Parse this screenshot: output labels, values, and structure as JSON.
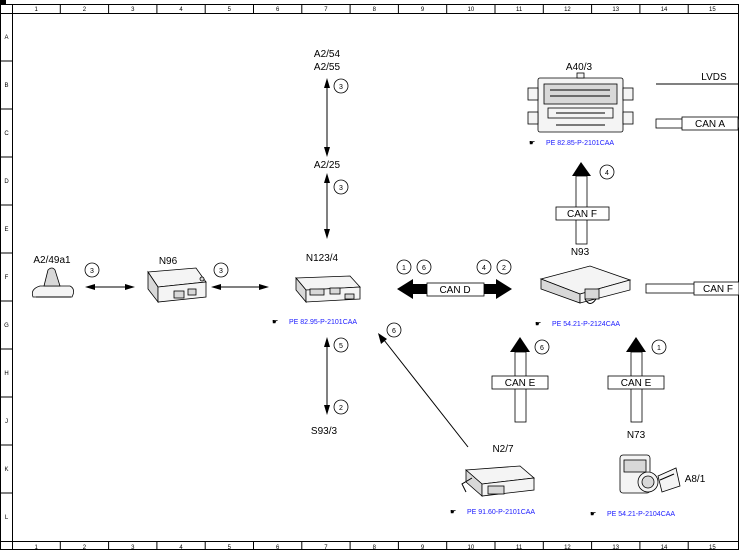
{
  "grid": {
    "columns": [
      "1",
      "2",
      "3",
      "4",
      "5",
      "6",
      "7",
      "8",
      "9",
      "10",
      "11",
      "12",
      "13",
      "14",
      "15"
    ],
    "rows": [
      "A",
      "B",
      "C",
      "D",
      "E",
      "F",
      "G",
      "H",
      "J",
      "K",
      "L"
    ]
  },
  "components": {
    "a2_54": "A2/54",
    "a2_55": "A2/55",
    "a2_25": "A2/25",
    "n123_4": "N123/4",
    "a2_49a1": "A2/49a1",
    "n96": "N96",
    "s93_3": "S93/3",
    "a40_3": "A40/3",
    "n93": "N93",
    "n2_7": "N2/7",
    "n73": "N73",
    "a8_1": "A8/1"
  },
  "buses": {
    "lvds": "LVDS",
    "can_a": "CAN A",
    "can_f_top": "CAN F",
    "can_f_right": "CAN F",
    "can_d": "CAN D",
    "can_e_left": "CAN E",
    "can_e_right": "CAN E"
  },
  "markers": {
    "m_a2_54": "3",
    "m_a2_25": "3",
    "m_a2_49a1": "3",
    "m_n96": "3",
    "m_cand_1": "1",
    "m_cand_6": "6",
    "m_cand_4": "4",
    "m_cand_2": "2",
    "m_canf": "4",
    "m_n2_7": "6",
    "m_s93_5": "5",
    "m_s93_2": "2",
    "m_cane_left": "6",
    "m_cane_right": "1"
  },
  "references": {
    "ref_a40_3": "PE 82.85-P-2101CAA",
    "ref_n123_4": "PE 82.95-P-2101CAA",
    "ref_n93": "PE 54.21-P-2124CAA",
    "ref_n2_7": "PE 91.60-P-2101CAA",
    "ref_n73": "PE 54.21-P-2104CAA"
  }
}
